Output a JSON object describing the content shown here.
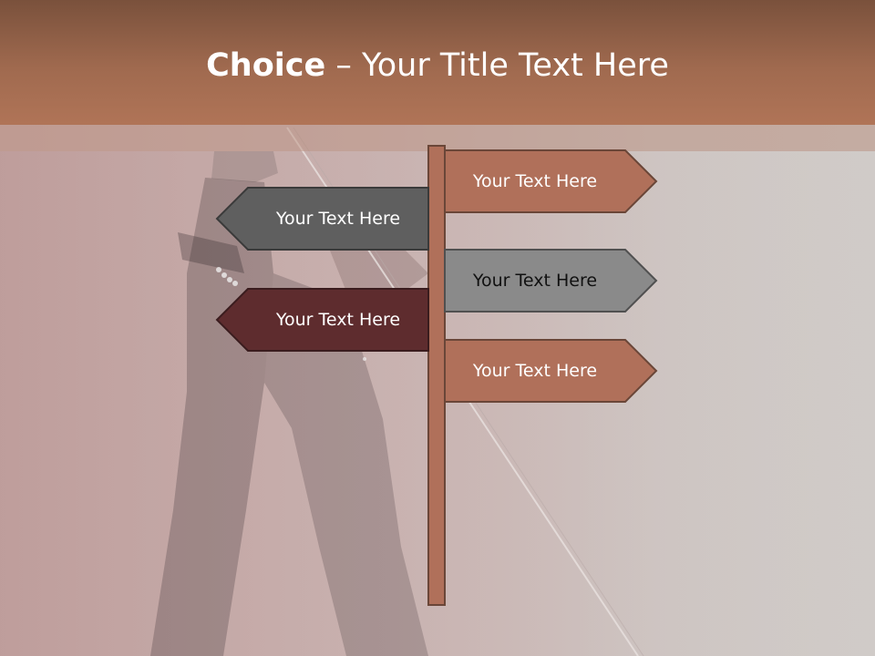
{
  "title": {
    "bold": "Choice",
    "separator": " – ",
    "text": "Your Title Text Here"
  },
  "signs": [
    {
      "label": "Your Text Here",
      "direction": "right",
      "fill": "#b0705a",
      "text_color": "#ffffff"
    },
    {
      "label": "Your Text Here",
      "direction": "left",
      "fill": "#5f5f5f",
      "text_color": "#ffffff"
    },
    {
      "label": "Your Text Here",
      "direction": "right",
      "fill": "#8a8a8a",
      "text_color": "#111111"
    },
    {
      "label": "Your Text Here",
      "direction": "left",
      "fill": "#5e2c2e",
      "text_color": "#ffffff"
    },
    {
      "label": "Your Text Here",
      "direction": "right",
      "fill": "#b0705a",
      "text_color": "#ffffff"
    }
  ],
  "colors": {
    "title_band": "#a06a4f",
    "post": "#b0705a",
    "sign_border": "#6a4638"
  }
}
